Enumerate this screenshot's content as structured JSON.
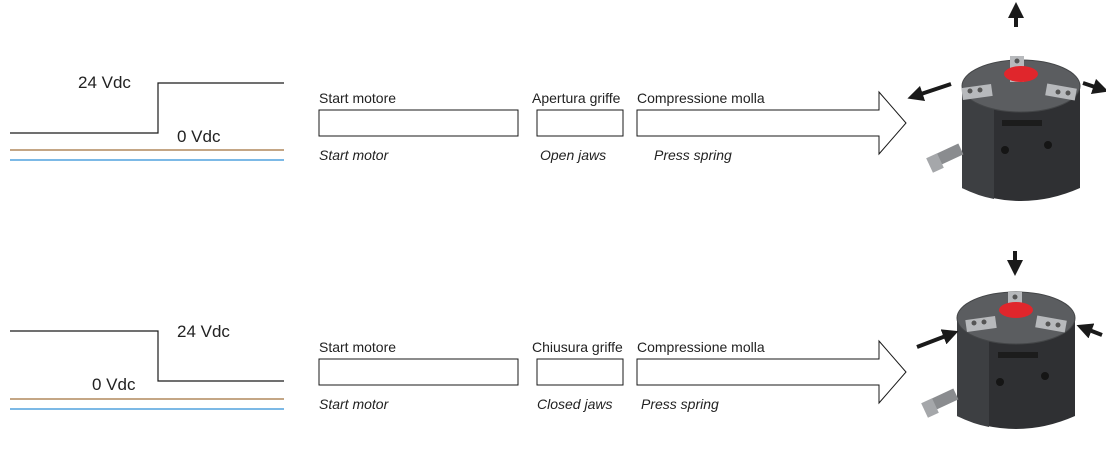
{
  "colors": {
    "signal_line": "#1a1a1a",
    "brown_wire": "#a0703c",
    "blue_wire": "#2f8fd6",
    "cap_red": "#e0262c",
    "body_dark": "#2f3033",
    "body_top": "#5b5d60",
    "jaw_grey": "#b7b9bc",
    "arrow": "#1a1a1a"
  },
  "sequences": [
    {
      "id": "open",
      "signal": {
        "high_label": "24 Vdc",
        "low_label": "0 Vdc",
        "transition": "rising"
      },
      "steps": [
        {
          "label_it": "Start motore",
          "label_en": "Start motor"
        },
        {
          "label_it": "Apertura griffe",
          "label_en": "Open jaws"
        },
        {
          "label_it": "Compressione molla",
          "label_en": "Press spring"
        }
      ],
      "gripper": {
        "icon": "gripper-open-icon",
        "arrows": "outward"
      }
    },
    {
      "id": "close",
      "signal": {
        "high_label": "24 Vdc",
        "low_label": "0 Vdc",
        "transition": "falling"
      },
      "steps": [
        {
          "label_it": "Start motore",
          "label_en": "Start motor"
        },
        {
          "label_it": "Chiusura griffe",
          "label_en": "Closed jaws"
        },
        {
          "label_it": "Compressione molla",
          "label_en": "Press spring"
        }
      ],
      "gripper": {
        "icon": "gripper-close-icon",
        "arrows": "inward"
      }
    }
  ]
}
